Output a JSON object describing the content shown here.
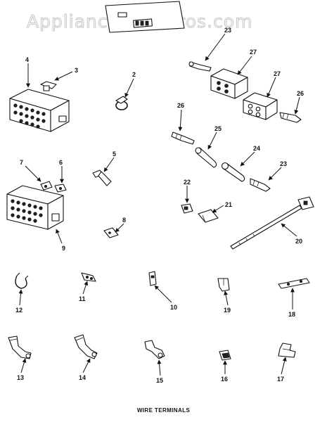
{
  "watermark": "AppliancePartsPros.com",
  "caption": "WIRE TERMINALS",
  "callouts": {
    "n2": "2",
    "n3": "3",
    "n4": "4",
    "n5": "5",
    "n6": "6",
    "n7": "7",
    "n8": "8",
    "n9": "9",
    "n10": "10",
    "n11": "11",
    "n12": "12",
    "n13": "13",
    "n14": "14",
    "n15": "15",
    "n16": "16",
    "n17": "17",
    "n18": "18",
    "n19": "19",
    "n20": "20",
    "n21": "21",
    "n22": "22",
    "n23a": "23",
    "n23b": "23",
    "n24": "24",
    "n25": "25",
    "n26a": "26",
    "n26b": "26",
    "n27a": "27",
    "n27b": "27"
  }
}
